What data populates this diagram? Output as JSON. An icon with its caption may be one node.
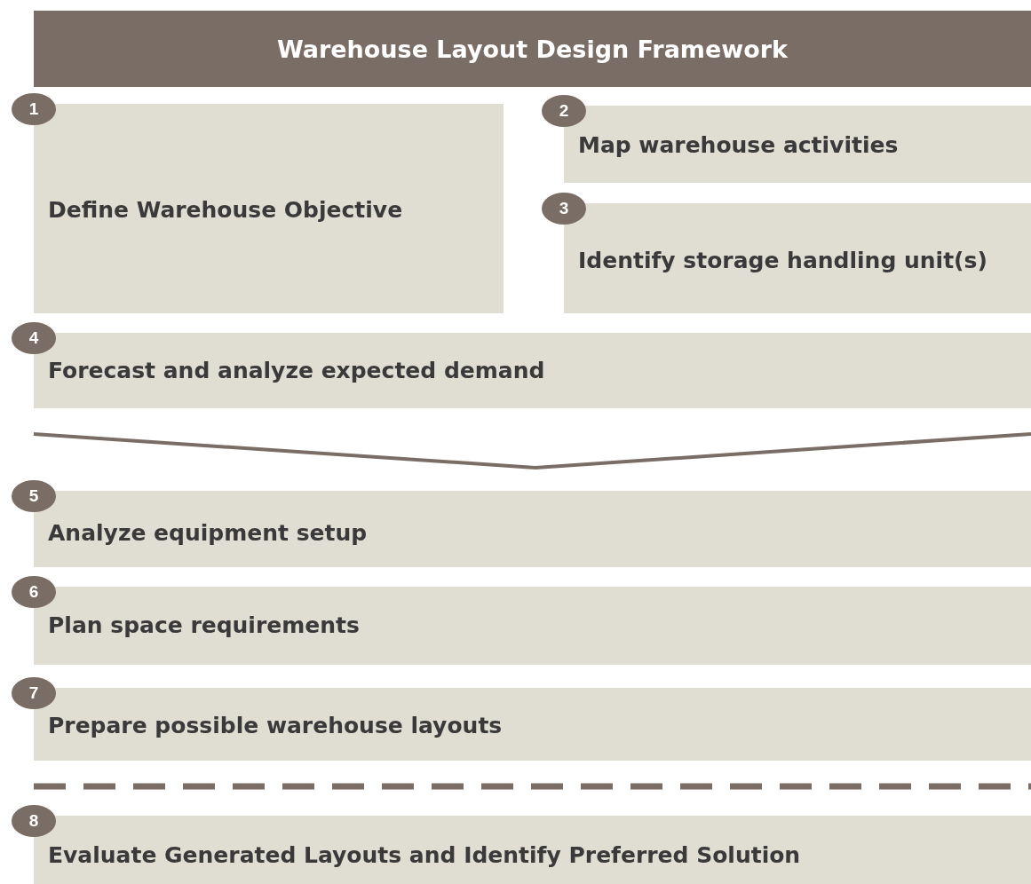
{
  "diagram": {
    "title": "Warehouse Layout Design Framework",
    "nodes": [
      {
        "text": [
          "1",
          "Define Warehouse Objective"
        ]
      },
      {
        "text": [
          "2",
          "Map warehouse activities"
        ]
      },
      {
        "text": [
          "3",
          "Identify storage handling unit(s)"
        ]
      },
      {
        "text": [
          "4",
          "Forecast and analyze expected demand"
        ]
      },
      {
        "text": [
          "5",
          "Analyze equipment setup"
        ]
      },
      {
        "text": [
          "6",
          "Plan space requirements"
        ]
      },
      {
        "text": [
          "7",
          "Prepare possible warehouse layouts"
        ]
      },
      {
        "text": [
          "8",
          "Evaluate Generated Layouts and Identify Preferred Solution"
        ]
      }
    ]
  }
}
